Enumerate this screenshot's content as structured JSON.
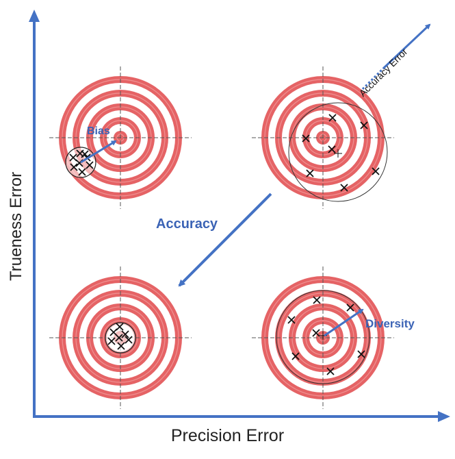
{
  "labels": {
    "x_axis": "Precision Error",
    "y_axis": "Trueness Error",
    "accuracy": "Accuracy",
    "bias": "Bias",
    "diversity": "Diversity",
    "accuracy_error": "Accuracy Error"
  },
  "colors": {
    "ring_red": "#e0484a",
    "axis_blue": "#4472c4",
    "label_blue": "#3b63b5",
    "marker": "#111111"
  },
  "targets": [
    {
      "name": "target-top-left"
    },
    {
      "name": "target-top-right"
    },
    {
      "name": "target-bottom-left"
    },
    {
      "name": "target-bottom-right"
    }
  ]
}
